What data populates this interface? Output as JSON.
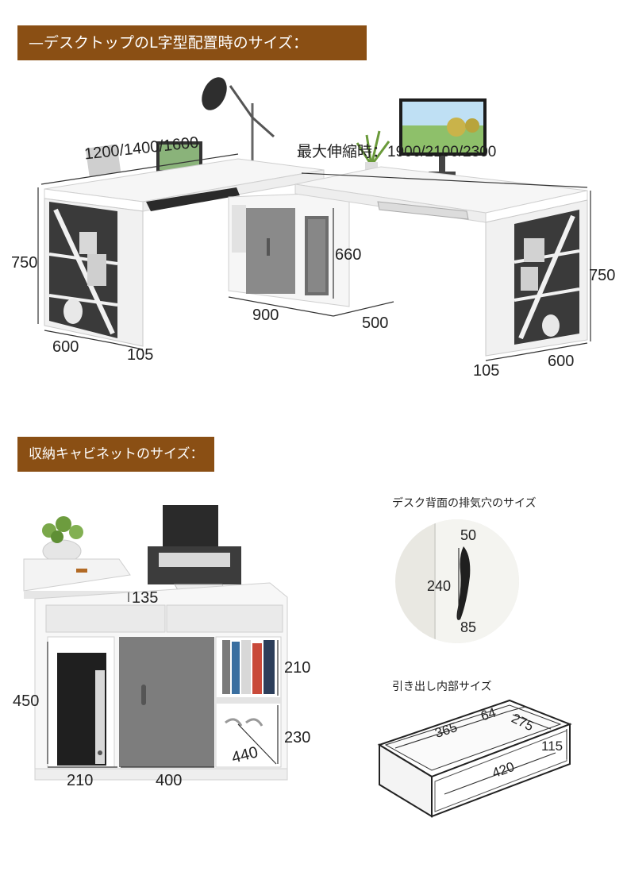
{
  "sections": {
    "l_shape_title": "—デスクトップのL字型配置時のサイズ：",
    "cabinet_title": "収納キャビネットのサイズ："
  },
  "desk_dims": {
    "width_options": "1200/1400/1600",
    "max_extension": "最大伸縮時：1900/2100/2300",
    "left_height": "750",
    "right_height": "750",
    "cabinet_height": "660",
    "cabinet_width": "900",
    "cabinet_depth": "500",
    "left_depth": "600",
    "left_leg": "105",
    "right_leg": "105",
    "right_depth": "600"
  },
  "cabinet_dims": {
    "top_offset": "135",
    "left_height": "450",
    "shelf_top": "210",
    "shelf_bottom": "230",
    "diagonal": "440",
    "bottom_left": "210",
    "bottom_center": "400"
  },
  "vent": {
    "title": "デスク背面の排気穴のサイズ",
    "top": "50",
    "height": "240",
    "bottom": "85"
  },
  "drawer": {
    "title": "引き出し内部サイズ",
    "length": "365",
    "front": "64",
    "depth": "275",
    "height": "115",
    "width": "420"
  },
  "colors": {
    "banner": "#8a4f14",
    "panel_dark": "#3a3a3a",
    "panel_white": "#f4f4f4",
    "door_grey": "#7d7d7d"
  }
}
